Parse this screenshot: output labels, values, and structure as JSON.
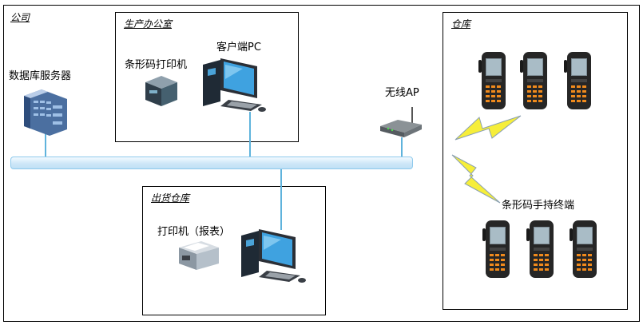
{
  "zones": {
    "company": "公司",
    "office": "生产办公室",
    "shipping": "出货仓库",
    "warehouse": "仓库"
  },
  "devices": {
    "db_server": "数据库服务器",
    "barcode_printer": "条形码打印机",
    "client_pc": "客户端PC",
    "wireless_ap": "无线AP",
    "report_printer": "打印机（报表）",
    "handheld": "条形码手持终端"
  },
  "colors": {
    "lan_bus": "#d7ecfb",
    "lan_border": "#7fbfe6",
    "link": "#5fb3dc",
    "lightning": "#f6ee3a",
    "handheld_body": "#2b2b2b",
    "handheld_keys": "#f08a1c"
  }
}
